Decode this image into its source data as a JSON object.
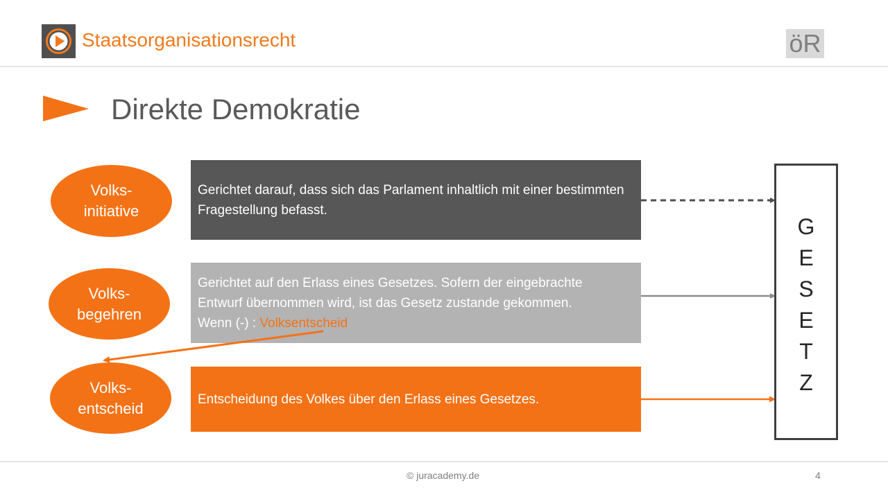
{
  "header": {
    "course_title": "Staatsorganisationsrecht",
    "subject_badge": "öR",
    "logo_icon": "play-button-icon",
    "accent_color": "#f07a1e"
  },
  "heading": {
    "title": "Direkte Demokratie",
    "icon": "triangle-arrow-icon"
  },
  "rows": [
    {
      "label": "Volks-\ninitiative",
      "description": "Gerichtet darauf, dass sich das Parlament inhaltlich mit einer bestimmten Fragestellung befasst.",
      "box_color": "#575757",
      "connector": "dashed"
    },
    {
      "label": "Volks-\nbegehren",
      "description_line1": "Gerichtet auf den Erlass eines Gesetzes. Sofern der eingebrachte",
      "description_line2": "Entwurf übernommen wird, ist das Gesetz zustande gekommen.",
      "description_prefix": "Wenn (-) : ",
      "description_highlight": "Volksentscheid",
      "box_color": "#b3b3b3",
      "connector": "solid-grey"
    },
    {
      "label": "Volks-\nentscheid",
      "description": "Entscheidung des Volkes über den Erlass eines Gesetzes.",
      "box_color": "#f47216",
      "connector": "solid-orange"
    }
  ],
  "gesetz": {
    "letters": "G\nE\nS\nE\nT\nZ"
  },
  "footer": {
    "copyright": "© juracademy.de",
    "page_number": "4"
  }
}
